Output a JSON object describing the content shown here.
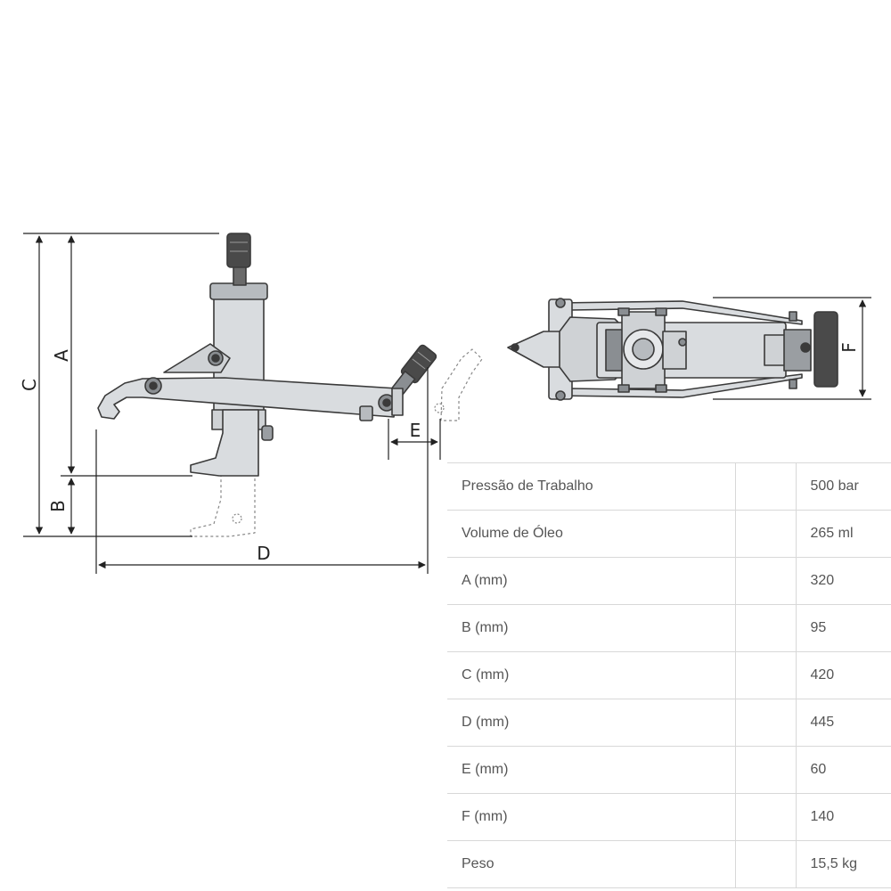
{
  "dimension_labels": {
    "a": "A",
    "b": "B",
    "c": "C",
    "d": "D",
    "e": "E",
    "f": "F"
  },
  "specs": {
    "rows": [
      {
        "label": "Pressão de Trabalho",
        "blank": "",
        "value": "500 bar"
      },
      {
        "label": "Volume de Óleo",
        "blank": "",
        "value": "265 ml"
      },
      {
        "label": "A (mm)",
        "blank": "",
        "value": "320"
      },
      {
        "label": "B (mm)",
        "blank": "",
        "value": "95"
      },
      {
        "label": "C (mm)",
        "blank": "",
        "value": "420"
      },
      {
        "label": "D (mm)",
        "blank": "",
        "value": "445"
      },
      {
        "label": "E (mm)",
        "blank": "",
        "value": "60"
      },
      {
        "label": "F (mm)",
        "blank": "",
        "value": "140"
      },
      {
        "label": "Peso",
        "blank": "",
        "value": "15,5 kg"
      }
    ]
  },
  "colors": {
    "metal": "#d9dcdf",
    "metal_dark": "#b7bbbf",
    "outline": "#3a3a3a",
    "fitting": "#4a4a4a",
    "table_border": "#d8d8d8",
    "text": "#555555"
  }
}
